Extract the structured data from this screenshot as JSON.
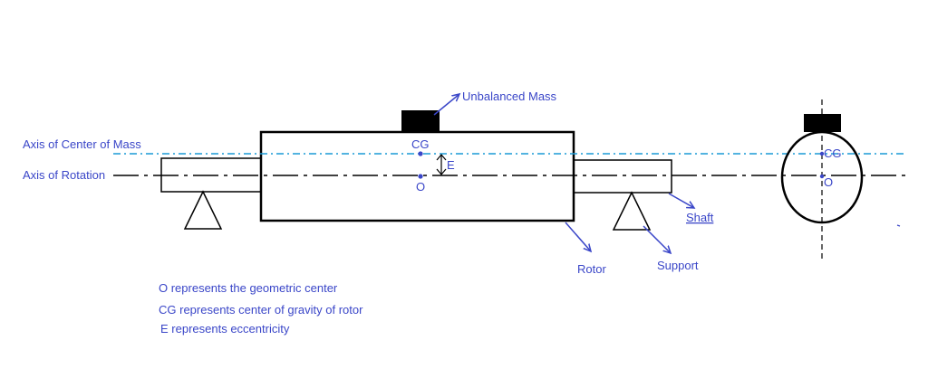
{
  "labels": {
    "axis_center_of_mass": "Axis of Center of Mass",
    "axis_of_rotation": "Axis of Rotation",
    "unbalanced_mass": "Unbalanced Mass",
    "cg": "CG",
    "e": "E",
    "o": "O",
    "shaft": "Shaft",
    "rotor": "Rotor",
    "support": "Support",
    "end_view_cg": "CG",
    "end_view_o": "O"
  },
  "notes": [
    "O represents the geometric center",
    "CG represents center of gravity of rotor",
    "E represents eccentricity"
  ],
  "colors": {
    "label_blue": "#3a46c8",
    "mass_axis_cyan": "#1a9ad6",
    "stroke_black": "#000000"
  }
}
